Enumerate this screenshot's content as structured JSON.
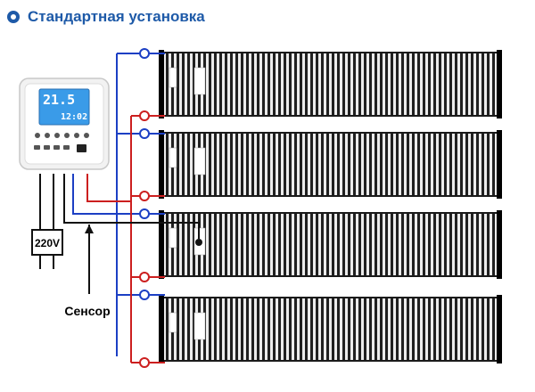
{
  "header": {
    "title": "Стандартная установка"
  },
  "power": {
    "label": "220V"
  },
  "sensor": {
    "label": "Сенсор"
  },
  "thermostat": {
    "temperature": "21.5",
    "time": "12:02"
  },
  "film": {
    "count": 4
  },
  "colors": {
    "title": "#1e5aa8",
    "live_wire": "#cc1f1f",
    "neutral_wire": "#1c3fc4",
    "lcd": "#3a9be8"
  }
}
